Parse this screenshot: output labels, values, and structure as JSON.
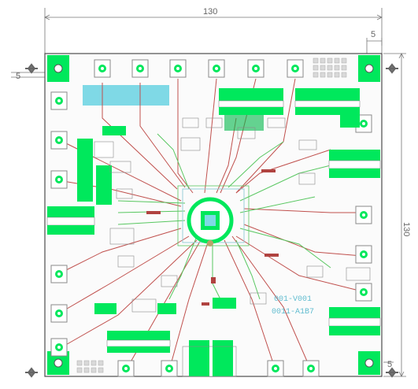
{
  "dimensions": {
    "width_label": "130",
    "height_label": "130",
    "corner_top_right_label": "5",
    "corner_top_left_label": "5",
    "corner_bottom_right_label": "5"
  },
  "silkscreen": {
    "line1": "001-V001",
    "line2": "0011-A1B7"
  },
  "colors": {
    "board_outline": "#4d4d4d",
    "copper": "#00e85c",
    "copper_dark": "#00b74a",
    "trace_red": "#c0504d",
    "trace_green": "#58c760",
    "keepout_cyan": "#7fd9e6",
    "pad_gray": "#8a8a8a",
    "silkscreen_blue": "#62bdd0"
  },
  "icons": {
    "mounting_hole": "crosshair-mount-icon",
    "pad": "through-hole-pad-icon",
    "chip": "central-ic-icon"
  }
}
